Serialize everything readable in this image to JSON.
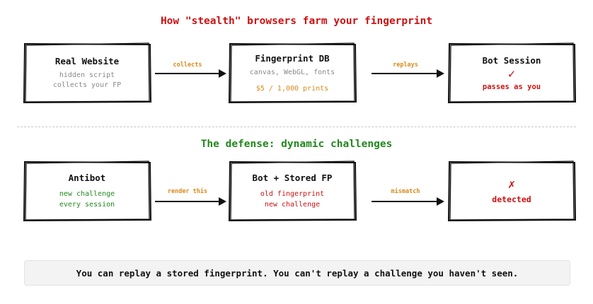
{
  "top": {
    "title": "How \"stealth\" browsers farm your fingerprint",
    "box1": {
      "title": "Real Website",
      "line1": "hidden script",
      "line2": "collects your FP"
    },
    "arrow1": "collects",
    "box2": {
      "title": "Fingerprint DB",
      "line1": "canvas, WebGL, fonts",
      "price": "$5 / 1,000 prints"
    },
    "arrow2": "replays",
    "box3": {
      "title": "Bot Session",
      "mark": "✓",
      "result": "passes as you"
    }
  },
  "bottom": {
    "title": "The defense: dynamic challenges",
    "box1": {
      "title": "Antibot",
      "line1": "new challenge",
      "line2": "every session"
    },
    "arrow1": "render this",
    "box2": {
      "title": "Bot + Stored FP",
      "line1": "old fingerprint",
      "line2": "new challenge"
    },
    "arrow2": "mismatch",
    "box3": {
      "mark": "✗",
      "result": "detected"
    }
  },
  "footer": "You can replay a stored fingerprint. You can't replay a challenge you haven't seen.",
  "colors": {
    "red": "#cc1111",
    "green": "#22881e",
    "orange": "#d98a1a",
    "ink": "#111111"
  }
}
